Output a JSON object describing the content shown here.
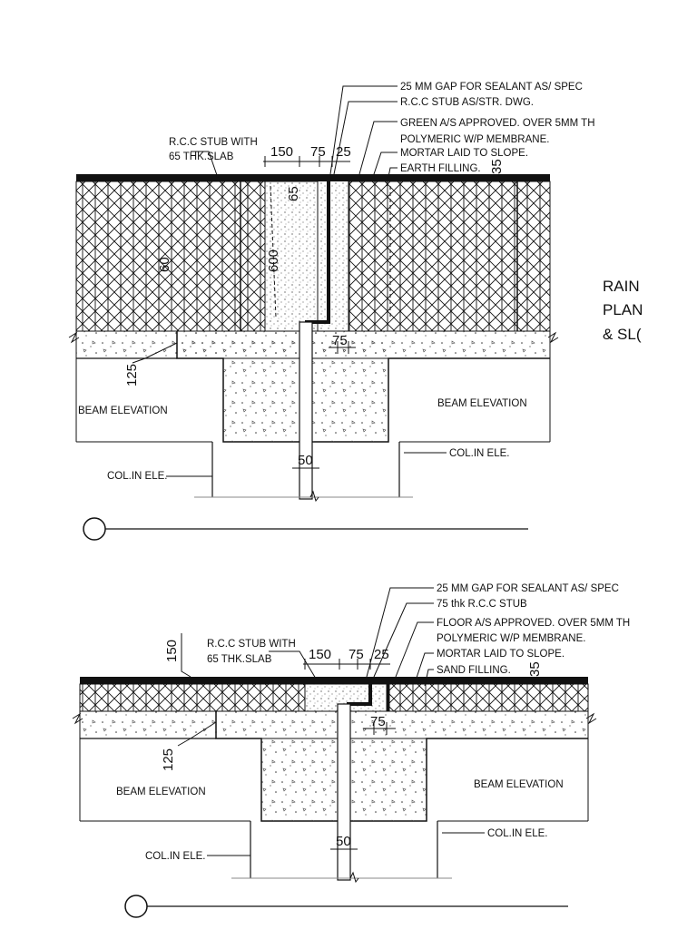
{
  "details": [
    {
      "notes": [
        "25 MM GAP FOR SEALANT AS/ SPEC",
        "R.C.C STUB AS/STR. DWG.",
        "GREEN A/S APPROVED. OVER 5MM TH",
        "POLYMERIC W/P MEMBRANE.",
        "MORTAR LAID TO SLOPE.",
        "EARTH FILLING."
      ],
      "stub_label": [
        "R.C.C STUB WITH",
        "65 THK.SLAB"
      ],
      "dims": {
        "a": "150",
        "b": "75",
        "c": "25",
        "top": "35",
        "gap": "75",
        "joint": "50",
        "depth": "125",
        "layer_left": "60",
        "stub_h": "600",
        "stub_w": "65"
      },
      "beam_left": "BEAM ELEVATION",
      "beam_right": "BEAM ELEVATION",
      "col_left": "COL.IN ELE.",
      "col_right": "COL.IN ELE."
    },
    {
      "notes": [
        "25 MM GAP FOR SEALANT AS/ SPEC",
        "75 thk R.C.C STUB",
        "FLOOR A/S APPROVED. OVER 5MM TH",
        "POLYMERIC W/P MEMBRANE.",
        "MORTAR LAID TO SLOPE.",
        "SAND FILLING."
      ],
      "stub_label": [
        "R.C.C STUB WITH",
        "65 THK.SLAB"
      ],
      "dims": {
        "a": "150",
        "b": "75",
        "c": "25",
        "top": "35",
        "gap": "75",
        "joint": "50",
        "depth": "125",
        "height": "150"
      },
      "beam_left": "BEAM ELEVATION",
      "beam_right": "BEAM ELEVATION",
      "col_left": "COL.IN ELE.",
      "col_right": "COL.IN ELE."
    }
  ],
  "side_title": [
    "RAIN",
    "PLAN",
    "& SL("
  ]
}
